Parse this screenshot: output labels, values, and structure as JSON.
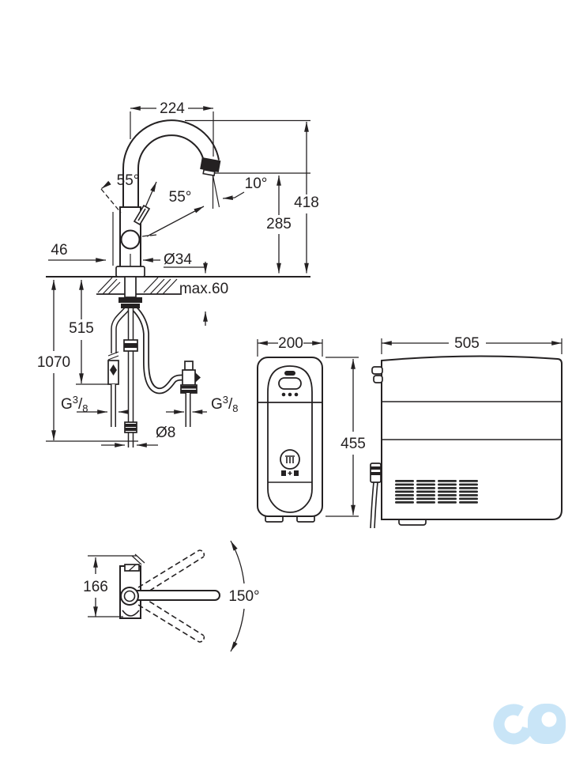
{
  "drawing": {
    "faucet_side_view": {
      "spout_reach": "224",
      "lever_angle": "55°",
      "spout_angle": "10°",
      "total_height": "418",
      "outlet_height": "285",
      "rear_offset": "46",
      "body_diameter": "Ø34",
      "max_counter_thickness": "max.60",
      "hose_length_1": "515",
      "hose_length_2": "1070",
      "hose_diameter": "Ø8",
      "thread": {
        "letter": "G",
        "numerator": "3",
        "slash": "/",
        "denominator": "8"
      }
    },
    "cooler_front_view": {
      "width": "200",
      "height": "455"
    },
    "cooler_side_view": {
      "depth": "505"
    },
    "faucet_top_view": {
      "body_depth": "166",
      "swivel_angle": "150°"
    },
    "colors": {
      "line": "#242122",
      "watermark_blue": "#c9e5f7"
    }
  }
}
